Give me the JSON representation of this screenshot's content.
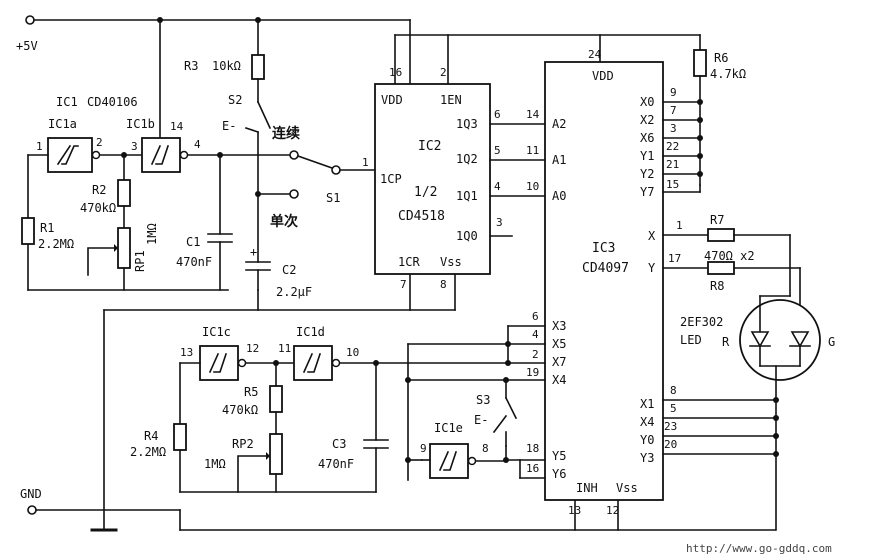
{
  "supply": {
    "vcc": "+5V",
    "gnd": "GND"
  },
  "ic1": {
    "title": "IC1",
    "part": "CD40106",
    "a": "IC1a",
    "b": "IC1b",
    "c": "IC1c",
    "d": "IC1d",
    "e": "IC1e"
  },
  "ic2": {
    "ref": "IC2",
    "part": "CD4518",
    "half": "1/2",
    "pins": {
      "vdd": "VDD",
      "en": "1EN",
      "cp": "1CP",
      "cr": "1CR",
      "vss": "Vss",
      "q3": "1Q3",
      "q2": "1Q2",
      "q1": "1Q1",
      "q0": "1Q0"
    }
  },
  "ic3": {
    "ref": "IC3",
    "part": "CD4097",
    "pins": {
      "vdd": "VDD",
      "a2": "A2",
      "a1": "A1",
      "a0": "A0",
      "inh": "INH",
      "vss": "Vss",
      "x0": "X0",
      "x2": "X2",
      "x6": "X6",
      "y1": "Y1",
      "y2": "Y2",
      "y7": "Y7",
      "x": "X",
      "y": "Y",
      "x3": "X3",
      "x5": "X5",
      "x7": "X7",
      "x4": "X4",
      "y5": "Y5",
      "y6": "Y6",
      "x1": "X1",
      "x4b": "X4",
      "y0": "Y0",
      "y3": "Y3"
    }
  },
  "pin_numbers": {
    "ic1a_in": "1",
    "ic1a_out": "2",
    "ic1b_in": "3",
    "ic1b_vdd": "14",
    "ic1b_out": "4",
    "ic1c_in": "13",
    "ic1c_out": "12",
    "ic1d_in": "11",
    "ic1d_out": "10",
    "ic1e_in": "9",
    "ic1e_out": "8",
    "ic2_16": "16",
    "ic2_2": "2",
    "ic2_1": "1",
    "ic2_6": "6",
    "ic2_5": "5",
    "ic2_4": "4",
    "ic2_3": "3",
    "ic2_7": "7",
    "ic2_8": "8",
    "ic3_24": "24",
    "ic3_14": "14",
    "ic3_11": "11",
    "ic3_10": "10",
    "ic3_9": "9",
    "ic3_7": "7",
    "ic3_3": "3",
    "ic3_22": "22",
    "ic3_21": "21",
    "ic3_15": "15",
    "ic3_1": "1",
    "ic3_17": "17",
    "ic3_6": "6",
    "ic3_4": "4",
    "ic3_2": "2",
    "ic3_19": "19",
    "ic3_18": "18",
    "ic3_16": "16",
    "ic3_8": "8",
    "ic3_5": "5",
    "ic3_23": "23",
    "ic3_20": "20",
    "ic3_13": "13",
    "ic3_12": "12"
  },
  "components": {
    "r1": {
      "ref": "R1",
      "value": "2.2MΩ"
    },
    "r2": {
      "ref": "R2",
      "value": "470kΩ"
    },
    "rp1": {
      "ref": "RP1",
      "value": "1MΩ"
    },
    "c1": {
      "ref": "C1",
      "value": "470nF"
    },
    "r3": {
      "ref": "R3",
      "value": "10kΩ"
    },
    "c2": {
      "ref": "C2",
      "value": "2.2μF"
    },
    "r4": {
      "ref": "R4",
      "value": "2.2MΩ"
    },
    "r5": {
      "ref": "R5",
      "value": "470kΩ"
    },
    "rp2": {
      "ref": "RP2",
      "value": "1MΩ"
    },
    "c3": {
      "ref": "C3",
      "value": "470nF"
    },
    "r6": {
      "ref": "R6",
      "value": "4.7kΩ"
    },
    "r7": {
      "ref": "R7"
    },
    "r8": {
      "ref": "R8"
    },
    "r78_value": "470Ω x2",
    "led": {
      "part": "2EF302",
      "type": "LED",
      "r": "R",
      "g": "G"
    },
    "plus": "+"
  },
  "switches": {
    "s1": "S1",
    "s2": "S2",
    "s3": "S3",
    "e_minus": "E-",
    "continuous": "连续",
    "single": "单次"
  },
  "watermark": "http://www.go-gddq.com"
}
